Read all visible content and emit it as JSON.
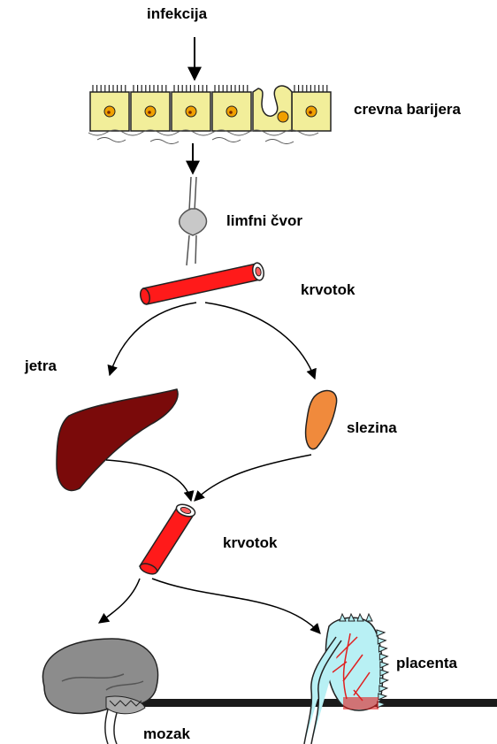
{
  "labels": {
    "infection": "infekcija",
    "gut_barrier": "crevna barijera",
    "lymph_node": "limfni čvor",
    "bloodstream_1": "krvotok",
    "liver": "jetra",
    "spleen": "slezina",
    "bloodstream_2": "krvotok",
    "placenta": "placenta",
    "brain": "mozak"
  },
  "colors": {
    "epithelium": "#f2ee9a",
    "nucleus": "#f0a000",
    "lymph_node": "#c8c8c8",
    "vessel": "#ff1a1a",
    "liver": "#7a0a0a",
    "spleen": "#f08a3c",
    "brain": "#8c8c8c",
    "placenta": "#b8f0f4",
    "placenta_vessels": "#e02020"
  }
}
